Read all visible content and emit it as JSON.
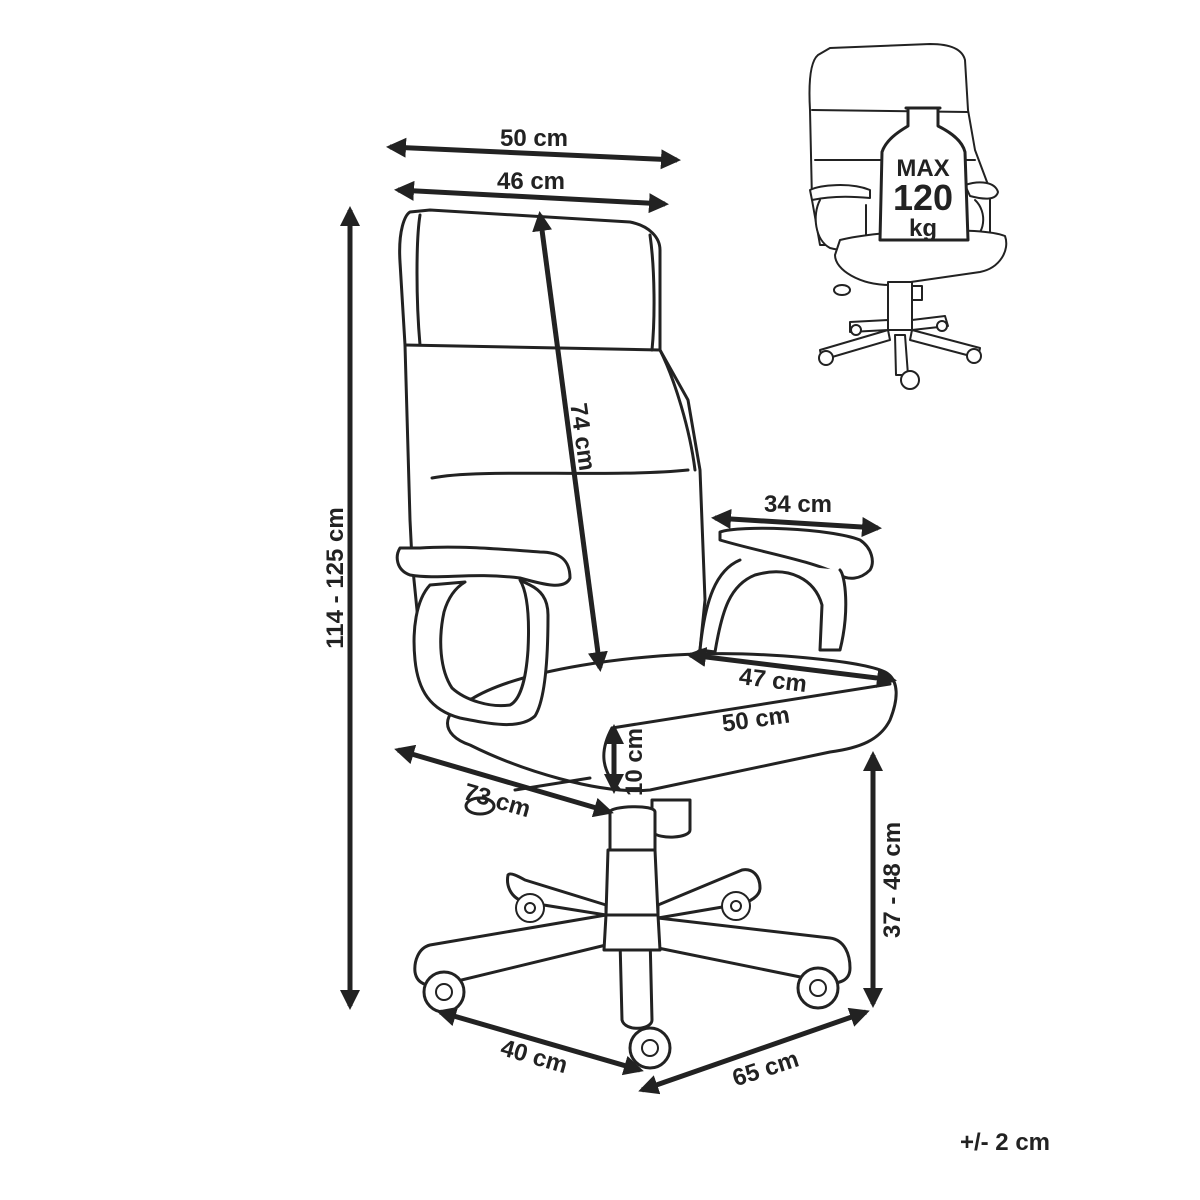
{
  "dimensions": {
    "width_outer": "50 cm",
    "width_back": "46 cm",
    "height_total": "114 - 125 cm",
    "backrest_height": "74 cm",
    "armrest_length": "34 cm",
    "seat_depth": "47 cm",
    "seat_width": "50 cm",
    "seat_thickness": "10 cm",
    "depth_total": "73 cm",
    "seat_height": "37 - 48 cm",
    "base_depth": "40 cm",
    "base_width": "65 cm"
  },
  "tolerance": "+/- 2 cm",
  "weight_badge": {
    "line1": "MAX",
    "line2": "120",
    "line3": "kg"
  }
}
